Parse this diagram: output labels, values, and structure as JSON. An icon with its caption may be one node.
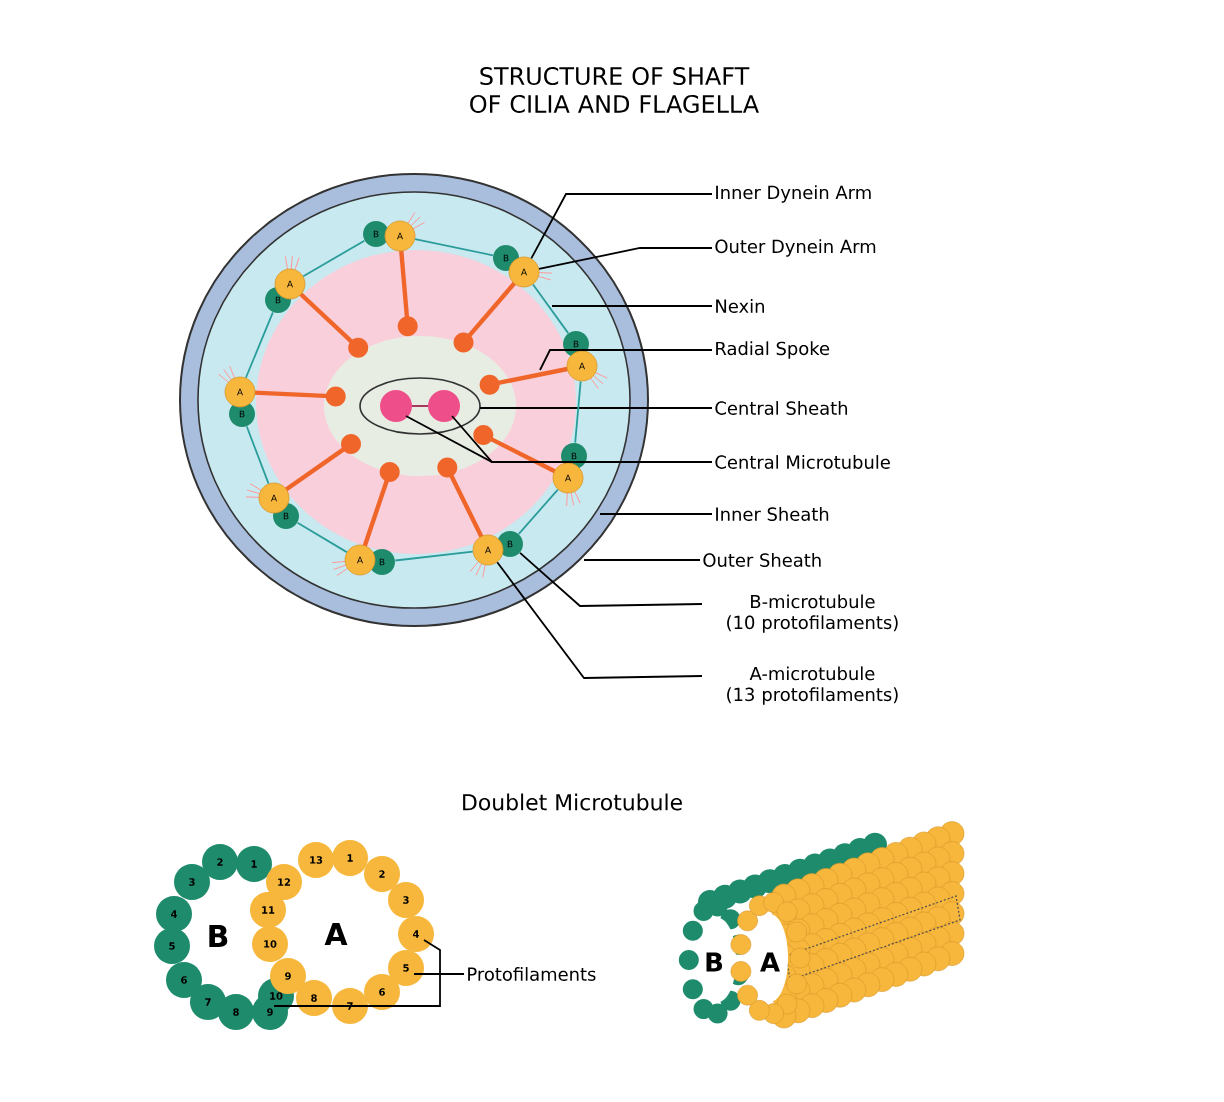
{
  "diagram": {
    "title": "STRUCTURE OF SHAFT OF CILIA AND FLAGELLA",
    "nodes": [
      {
        "text": [
          "Inner Dynein Arm"
        ]
      },
      {
        "text": [
          "Outer Dynein Arm"
        ]
      },
      {
        "text": [
          "Nexin"
        ]
      },
      {
        "text": [
          "Radial Spoke"
        ]
      },
      {
        "text": [
          "Central Sheath"
        ]
      },
      {
        "text": [
          "Central Microtubule"
        ]
      },
      {
        "text": [
          "Inner Sheath"
        ]
      },
      {
        "text": [
          "Outer Sheath"
        ]
      },
      {
        "text": [
          "B-microtubule (10 protofilaments)"
        ]
      },
      {
        "text": [
          "A-microtubule (13 protofilaments)"
        ]
      },
      {
        "text": [
          "Protofilaments"
        ]
      },
      {
        "text": [
          "A"
        ]
      },
      {
        "text": [
          "B"
        ]
      },
      {
        "text": [
          "A"
        ]
      },
      {
        "text": [
          "B"
        ]
      },
      {
        "text": [
          "A"
        ]
      },
      {
        "text": [
          "B"
        ]
      },
      {
        "text": [
          "A"
        ]
      },
      {
        "text": [
          "B"
        ]
      },
      {
        "text": [
          "A"
        ]
      },
      {
        "text": [
          "B"
        ]
      },
      {
        "text": [
          "A"
        ]
      },
      {
        "text": [
          "B"
        ]
      },
      {
        "text": [
          "A"
        ]
      },
      {
        "text": [
          "B"
        ]
      },
      {
        "text": [
          "A"
        ]
      },
      {
        "text": [
          "B"
        ]
      },
      {
        "text": [
          "A"
        ]
      },
      {
        "text": [
          "B"
        ]
      }
    ],
    "edges": [
      {
        "from": 0,
        "to": 13,
        "arrow": "none"
      },
      {
        "from": 1,
        "to": 13,
        "arrow": "none"
      },
      {
        "from": 2,
        "to": null,
        "arrow": "none"
      },
      {
        "from": 3,
        "to": null,
        "arrow": "none"
      },
      {
        "from": 4,
        "to": null,
        "arrow": "none"
      },
      {
        "from": 5,
        "to": null,
        "arrow": "none"
      },
      {
        "from": 5,
        "to": null,
        "arrow": "none"
      },
      {
        "from": 6,
        "to": null,
        "arrow": "none"
      },
      {
        "from": 7,
        "to": null,
        "arrow": "none"
      },
      {
        "from": 8,
        "to": 20,
        "arrow": "none"
      },
      {
        "from": 9,
        "to": 19,
        "arrow": "none"
      },
      {
        "from": 10,
        "to": null,
        "arrow": "none"
      },
      {
        "from": 10,
        "to": null,
        "arrow": "none"
      },
      {
        "from": 10,
        "to": null,
        "arrow": "none"
      },
      {
        "from": 11,
        "to": 14,
        "arrow": "none",
        "color": "#2a9d9a"
      },
      {
        "from": 13,
        "to": 16,
        "arrow": "none",
        "color": "#2a9d9a"
      },
      {
        "from": 15,
        "to": 18,
        "arrow": "none",
        "color": "#2a9d9a"
      },
      {
        "from": 17,
        "to": 20,
        "arrow": "none",
        "color": "#2a9d9a"
      },
      {
        "from": 19,
        "to": 22,
        "arrow": "none",
        "color": "#2a9d9a"
      },
      {
        "from": 21,
        "to": 24,
        "arrow": "none",
        "color": "#2a9d9a"
      },
      {
        "from": 23,
        "to": 26,
        "arrow": "none",
        "color": "#2a9d9a"
      },
      {
        "from": 25,
        "to": 28,
        "arrow": "none",
        "color": "#2a9d9a"
      },
      {
        "from": 27,
        "to": 12,
        "arrow": "none",
        "color": "#2a9d9a"
      }
    ],
    "labels": [
      "Doublet Microtubule",
      "2",
      "1",
      "13",
      "1",
      "3",
      "12",
      "2",
      "4",
      "11",
      "3",
      "5",
      "B",
      "10",
      "A",
      "4",
      "6",
      "9",
      "5",
      "7",
      "8",
      "9",
      "10",
      "8",
      "7",
      "6",
      "B",
      "A"
    ]
  }
}
